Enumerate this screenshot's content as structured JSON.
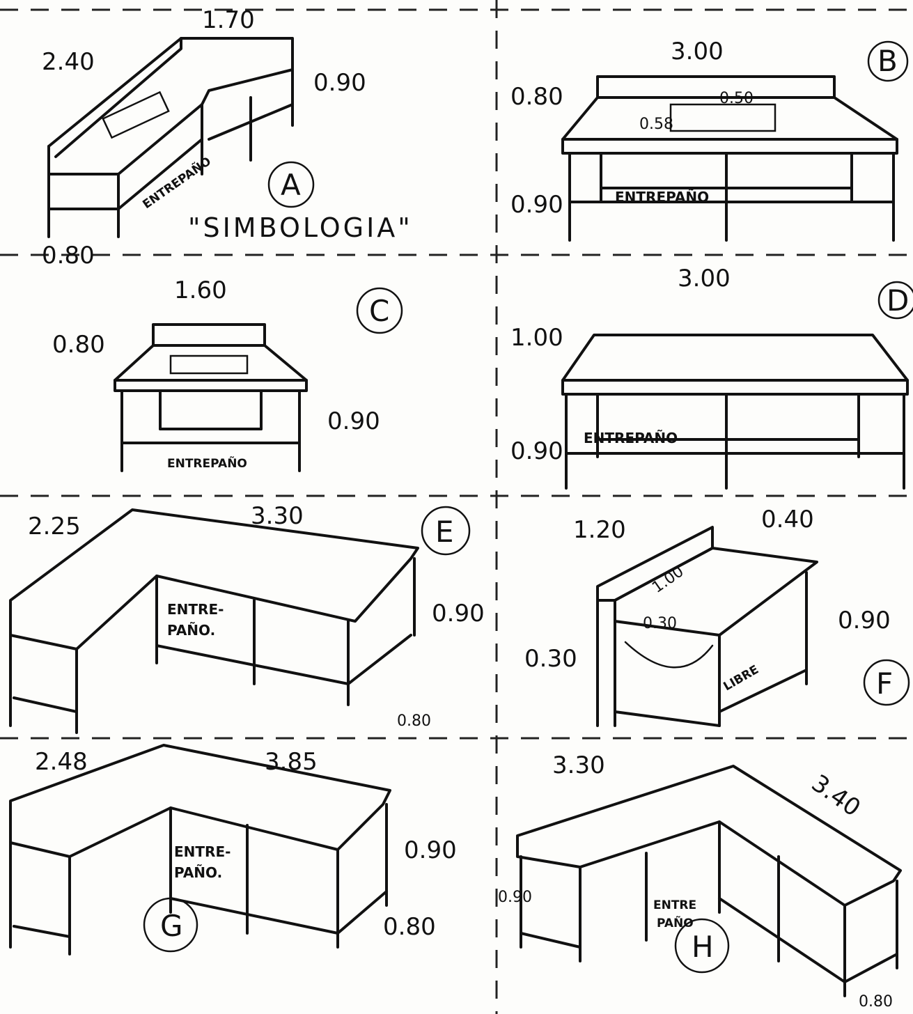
{
  "title": "\"SIMBOLOGIA\"",
  "shelf_label": "ENTREPAÑO",
  "shelf_label_split": "ENTRE-\nPAÑO.",
  "free_label": "LIBRE",
  "tables": [
    {
      "letter": "A",
      "dims": [
        "1.70",
        "2.40",
        "0.90",
        "0.80"
      ]
    },
    {
      "letter": "B",
      "dims": [
        "3.00",
        "0.80",
        "0.58",
        "0.50",
        "0.90"
      ]
    },
    {
      "letter": "C",
      "dims": [
        "1.60",
        "0.80",
        "0.90"
      ]
    },
    {
      "letter": "D",
      "dims": [
        "3.00",
        "1.00",
        "0.90"
      ]
    },
    {
      "letter": "E",
      "dims": [
        "2.25",
        "3.30",
        "0.90",
        "0.80"
      ]
    },
    {
      "letter": "F",
      "dims": [
        "1.20",
        "0.40",
        "1.00",
        "0.30",
        "0.30",
        "0.90"
      ]
    },
    {
      "letter": "G",
      "dims": [
        "2.48",
        "3.85",
        "0.90",
        "0.80"
      ]
    },
    {
      "letter": "H",
      "dims": [
        "3.30",
        "3.40",
        "0.90",
        "0.80"
      ]
    }
  ],
  "colors": {
    "ink": "#111111",
    "paper": "#fdfdfb"
  }
}
